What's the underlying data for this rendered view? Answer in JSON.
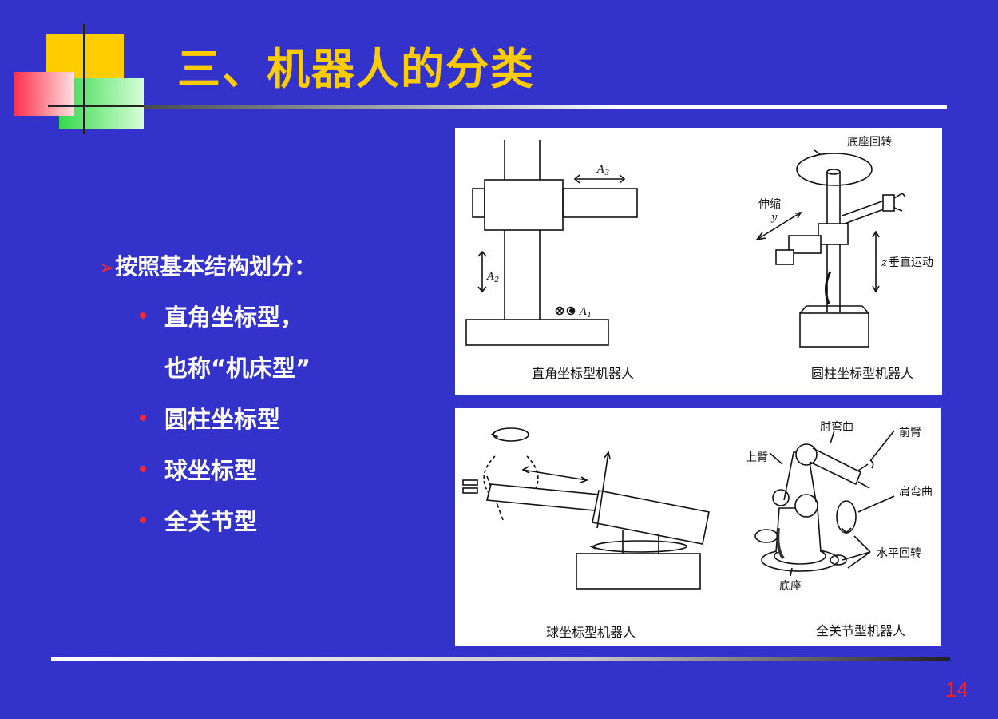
{
  "title": "三、机器人的分类",
  "heading": {
    "arrow": "➢",
    "text": "按照基本结构划分："
  },
  "bullets": [
    {
      "dot": "•",
      "text": "直角坐标型，"
    },
    {
      "dot": "",
      "text": "也称“机床型”"
    },
    {
      "dot": "•",
      "text": "圆柱坐标型"
    },
    {
      "dot": "•",
      "text": "球坐标型"
    },
    {
      "dot": "•",
      "text": "全关节型"
    }
  ],
  "figure1": {
    "cartesian": {
      "caption": "直角坐标型机器人",
      "a3": "A",
      "a3_sub": "3",
      "a2": "A",
      "a2_sub": "2",
      "a1": "A",
      "a1_sub": "1"
    },
    "cylindrical": {
      "caption": "圆柱坐标型机器人",
      "base_rotation": "底座回转",
      "extend": "伸缩",
      "y": "y",
      "z": "z",
      "vertical": "垂直运动"
    }
  },
  "figure2": {
    "spherical": {
      "caption": "球坐标型机器人"
    },
    "articulated": {
      "caption": "全关节型机器人",
      "elbow": "肘弯曲",
      "forearm": "前臂",
      "upper_arm": "上臂",
      "shoulder": "肩弯曲",
      "horizontal_rotation": "水平回转",
      "base": "底座"
    }
  },
  "page_number": "14",
  "colors": {
    "background": "#3333cc",
    "title": "#ffcc00",
    "bullet": "#ff2a2a",
    "page_number": "#ff2020"
  }
}
